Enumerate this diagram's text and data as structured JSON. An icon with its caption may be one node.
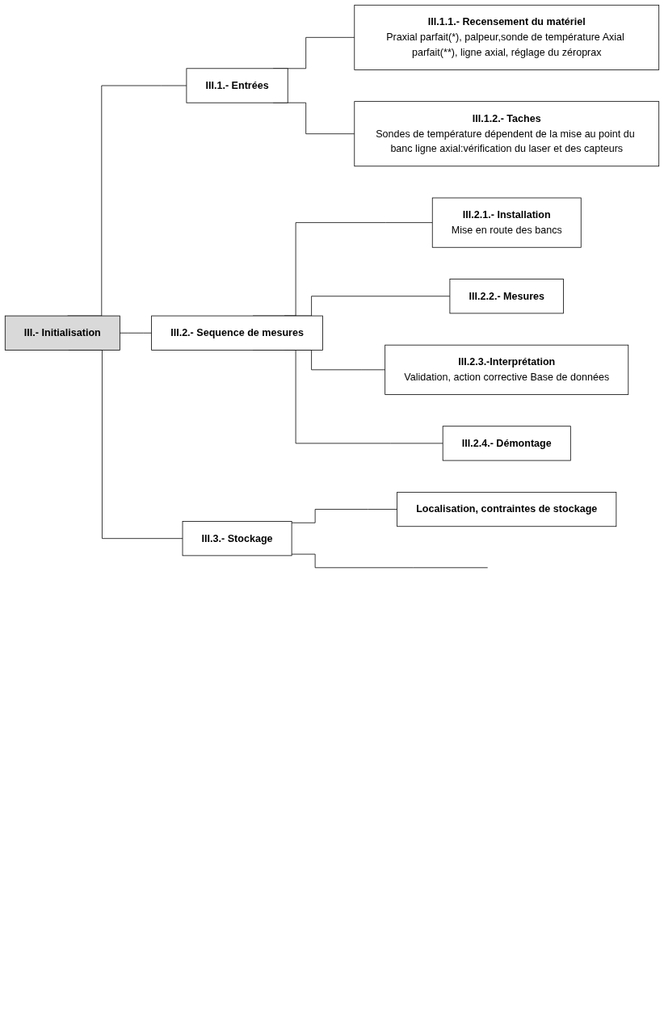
{
  "diagram": {
    "nodes": [
      {
        "text": [
          "III.- Initialisation"
        ]
      },
      {
        "text": [
          "III.1.- Entrées"
        ]
      },
      {
        "text": [
          "III.1.1.- Recensement du matériel",
          "Praxial parfait(*), palpeur,sonde de température Axial parfait(**), ligne axial, réglage du zéroprax"
        ]
      },
      {
        "text": [
          "III.1.2.- Taches",
          "Sondes de température dépendent de la mise au point du banc ligne axial:vérification du laser et des capteurs"
        ]
      },
      {
        "text": [
          "III.2.- Sequence de mesures"
        ]
      },
      {
        "text": [
          "III.2.1.- Installation",
          "Mise en route des bancs"
        ]
      },
      {
        "text": [
          "III.2.2.- Mesures"
        ]
      },
      {
        "text": [
          "III.2.3.-Interprétation",
          "Validation, action corrective Base de données"
        ]
      },
      {
        "text": [
          "III.2.4.- Démontage"
        ]
      },
      {
        "text": [
          "III.3.- Stockage"
        ]
      },
      {
        "text": [
          "Localisation, contraintes de stockage"
        ]
      }
    ],
    "edges": [
      {
        "from": 0,
        "to": 1,
        "arrow": "none"
      },
      {
        "from": 1,
        "to": 2,
        "arrow": "none"
      },
      {
        "from": 1,
        "to": 3,
        "arrow": "none"
      },
      {
        "from": 0,
        "to": 4,
        "arrow": "none"
      },
      {
        "from": 4,
        "to": 5,
        "arrow": "none"
      },
      {
        "from": 4,
        "to": 6,
        "arrow": "none"
      },
      {
        "from": 4,
        "to": 7,
        "arrow": "none"
      },
      {
        "from": 4,
        "to": 8,
        "arrow": "none"
      },
      {
        "from": 0,
        "to": 9,
        "arrow": "none"
      },
      {
        "from": 9,
        "to": 10,
        "arrow": "none"
      },
      {
        "from": 9,
        "to": null,
        "arrow": "none"
      }
    ]
  }
}
